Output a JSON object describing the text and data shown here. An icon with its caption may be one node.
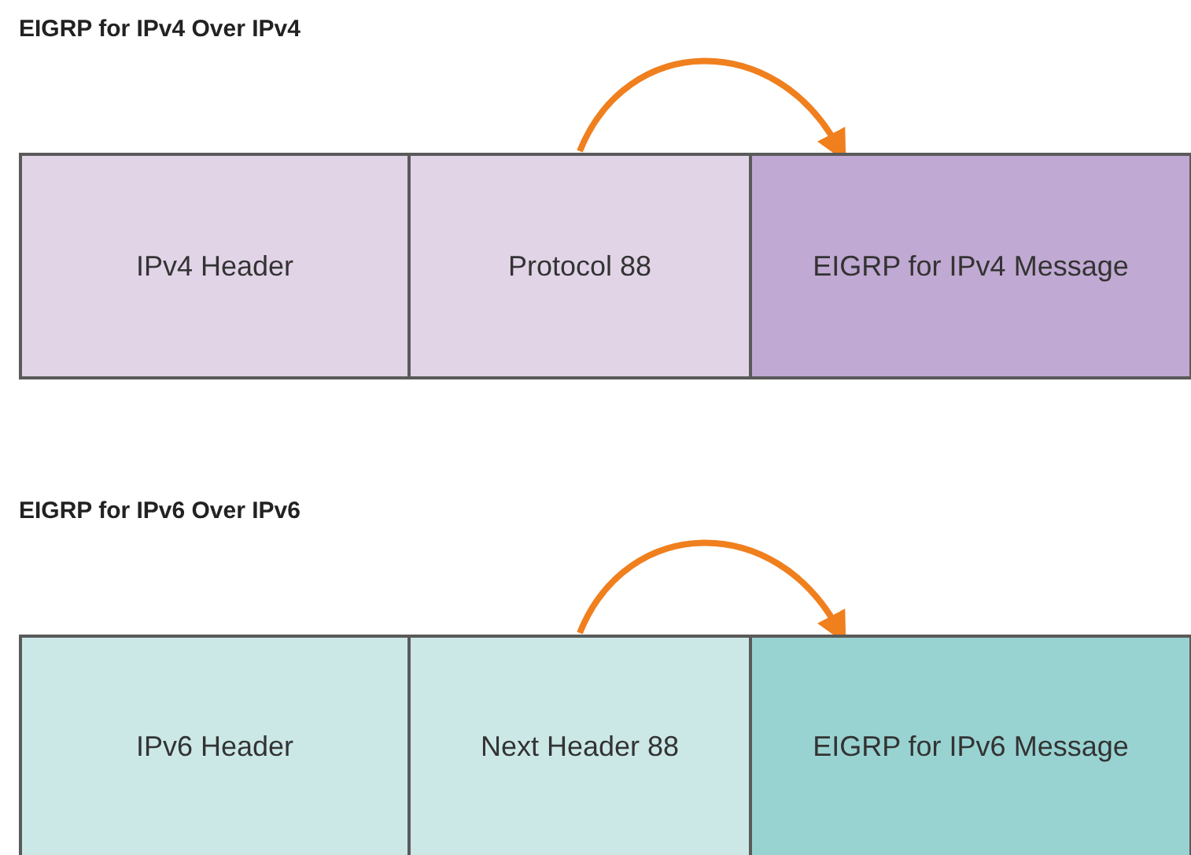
{
  "diagram": {
    "nodes": [
      {
        "text": [
          "IPv4 Header"
        ]
      },
      {
        "text": [
          "Protocol 88"
        ]
      },
      {
        "text": [
          "EIGRP for IPv4 Message"
        ]
      },
      {
        "text": [
          "IPv6 Header"
        ]
      },
      {
        "text": [
          "Next Header 88"
        ]
      },
      {
        "text": [
          "EIGRP for IPv6 Message"
        ]
      }
    ],
    "edges": [
      {
        "from": 1,
        "to": 2,
        "arrow": "to"
      },
      {
        "from": 4,
        "to": 5,
        "arrow": "to"
      }
    ],
    "labels": [
      "EIGRP for IPv4 Over IPv4",
      "EIGRP for IPv6 Over IPv6"
    ]
  }
}
